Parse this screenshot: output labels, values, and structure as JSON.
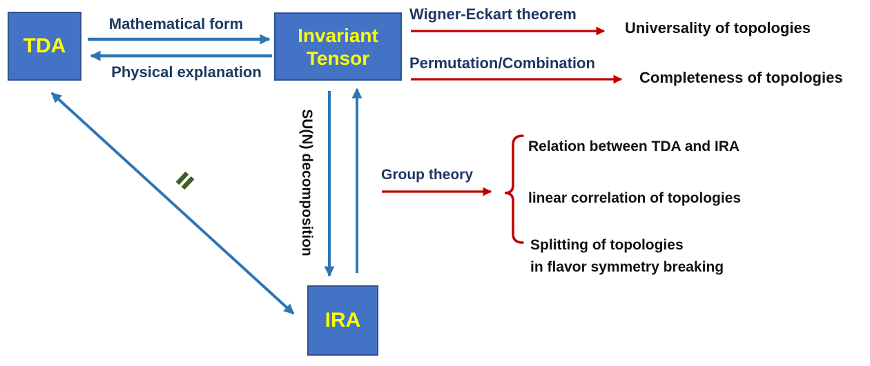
{
  "colors": {
    "node_fill": "#4472C4",
    "node_border": "#2F528F",
    "node_text": "#FFFF00",
    "blue_arrow": "#2E75B6",
    "navy_label": "#1F3864",
    "red_accent": "#C00000",
    "black_text": "#111111",
    "green_equals": "#3F5E28"
  },
  "nodes": {
    "tda": {
      "label": "TDA"
    },
    "invariant_tensor": {
      "line1": "Invariant",
      "line2": "Tensor"
    },
    "ira": {
      "label": "IRA"
    }
  },
  "edge_labels": {
    "mathematical_form": "Mathematical form",
    "physical_explanation": "Physical explanation",
    "wigner_eckart": "Wigner-Eckart theorem",
    "permutation_combination": "Permutation/Combination",
    "group_theory": "Group theory",
    "sun_decomposition": "SU(N) decomposition",
    "equivalence_symbol": "="
  },
  "outcomes": {
    "universality": "Universality of topologies",
    "completeness": "Completeness of topologies",
    "group_theory_results": [
      {
        "line1": "Relation between TDA and IRA"
      },
      {
        "line1": "linear correlation of topologies"
      },
      {
        "line1": "Splitting of topologies",
        "line2": "in flavor symmetry breaking"
      }
    ]
  }
}
